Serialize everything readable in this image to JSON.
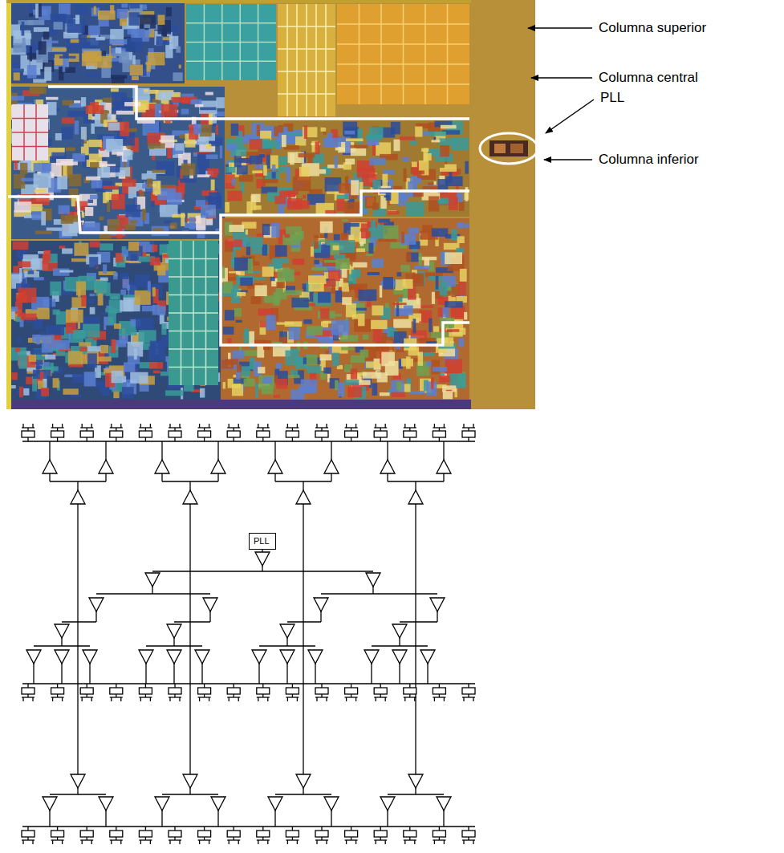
{
  "diagram": {
    "nodes": [
      {
        "text": [
          "PLL"
        ]
      }
    ],
    "labels": [
      "Columna superior",
      "Columna central",
      "PLL",
      "Columna inferior"
    ]
  }
}
